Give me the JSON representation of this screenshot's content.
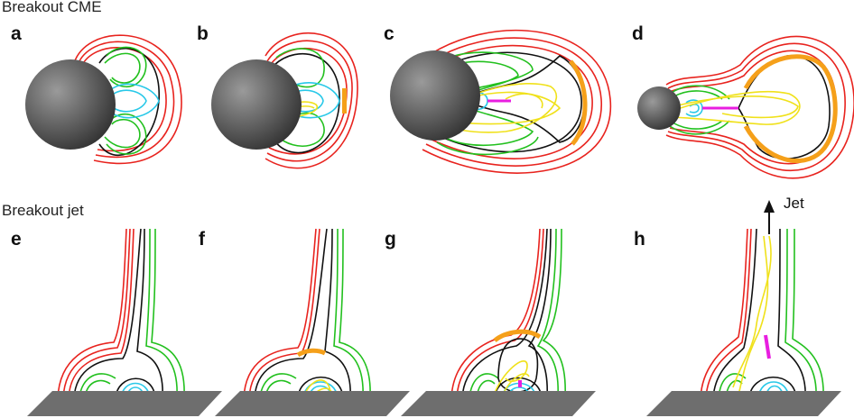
{
  "sections": {
    "top_title": "Breakout CME",
    "bottom_title": "Breakout jet"
  },
  "panels": {
    "a": "a",
    "b": "b",
    "c": "c",
    "d": "d",
    "e": "e",
    "f": "f",
    "g": "g",
    "h": "h"
  },
  "annotations": {
    "jet": "Jet"
  },
  "colors": {
    "sun_dark": "#3a3a3a",
    "sun_light": "#9a9a9a",
    "outer_field": "#e8231e",
    "side_field": "#22c01e",
    "core_field": "#28c8e8",
    "separatrix": "#111111",
    "flux_rope": "#f0e11a",
    "breakout_current_sheet": "#f5a01a",
    "flare_current_sheet": "#e81ee0",
    "surface": "#6e6e6e"
  }
}
